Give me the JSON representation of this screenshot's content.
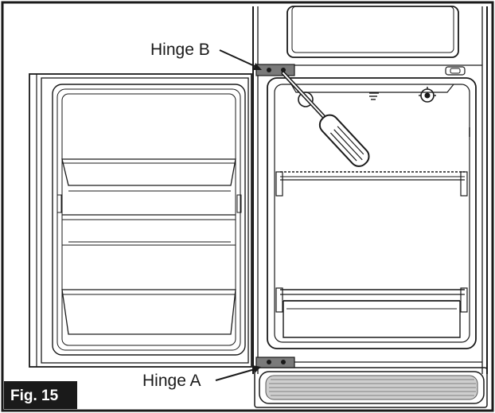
{
  "figure": {
    "caption": "Fig. 15",
    "labels": {
      "hinge_b": "Hinge B",
      "hinge_a": "Hinge A"
    }
  }
}
